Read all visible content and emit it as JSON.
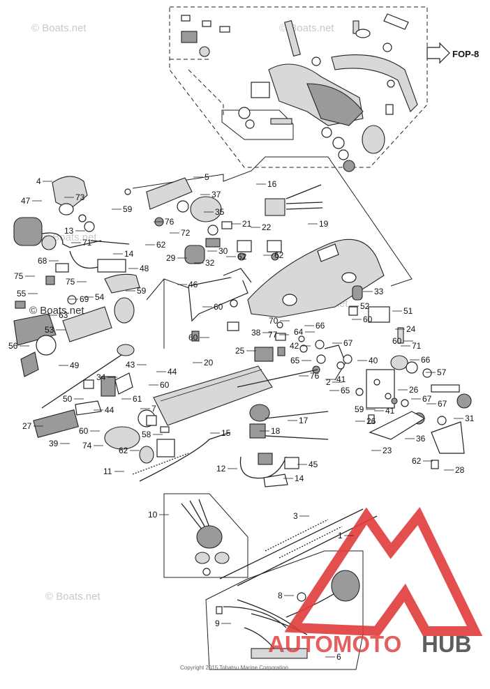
{
  "watermark_text": "© Boats.net",
  "fop_ref": "FOP-8",
  "copyright": "Copyright 2015 Tohatsu Marine Corporation",
  "logo": {
    "text_a": "AUTOMOTO",
    "text_b": "HUB",
    "color_red": "#e03b3b",
    "color_dark": "#3a3a3a"
  },
  "callouts": [
    {
      "num": "1"
    },
    {
      "num": "2"
    },
    {
      "num": "3"
    },
    {
      "num": "4"
    },
    {
      "num": "5"
    },
    {
      "num": "6"
    },
    {
      "num": "7"
    },
    {
      "num": "8"
    },
    {
      "num": "9"
    },
    {
      "num": "10"
    },
    {
      "num": "11"
    },
    {
      "num": "12"
    },
    {
      "num": "13"
    },
    {
      "num": "14"
    },
    {
      "num": "14"
    },
    {
      "num": "15"
    },
    {
      "num": "16"
    },
    {
      "num": "17"
    },
    {
      "num": "18"
    },
    {
      "num": "19"
    },
    {
      "num": "20"
    },
    {
      "num": "21"
    },
    {
      "num": "22"
    },
    {
      "num": "23"
    },
    {
      "num": "24"
    },
    {
      "num": "25"
    },
    {
      "num": "26"
    },
    {
      "num": "26"
    },
    {
      "num": "27"
    },
    {
      "num": "28"
    },
    {
      "num": "29"
    },
    {
      "num": "30"
    },
    {
      "num": "31"
    },
    {
      "num": "32"
    },
    {
      "num": "33"
    },
    {
      "num": "34"
    },
    {
      "num": "35"
    },
    {
      "num": "36"
    },
    {
      "num": "37"
    },
    {
      "num": "38"
    },
    {
      "num": "39"
    },
    {
      "num": "40"
    },
    {
      "num": "41"
    },
    {
      "num": "41"
    },
    {
      "num": "42"
    },
    {
      "num": "43"
    },
    {
      "num": "44"
    },
    {
      "num": "44"
    },
    {
      "num": "45"
    },
    {
      "num": "46"
    },
    {
      "num": "47"
    },
    {
      "num": "48"
    },
    {
      "num": "49"
    },
    {
      "num": "50"
    },
    {
      "num": "51"
    },
    {
      "num": "52"
    },
    {
      "num": "53"
    },
    {
      "num": "54"
    },
    {
      "num": "55"
    },
    {
      "num": "56"
    },
    {
      "num": "57"
    },
    {
      "num": "58"
    },
    {
      "num": "59"
    },
    {
      "num": "59"
    },
    {
      "num": "59"
    },
    {
      "num": "60"
    },
    {
      "num": "60"
    },
    {
      "num": "60"
    },
    {
      "num": "60"
    },
    {
      "num": "60"
    },
    {
      "num": "60"
    },
    {
      "num": "61"
    },
    {
      "num": "62"
    },
    {
      "num": "62"
    },
    {
      "num": "62"
    },
    {
      "num": "62"
    },
    {
      "num": "62"
    },
    {
      "num": "63"
    },
    {
      "num": "64"
    },
    {
      "num": "65"
    },
    {
      "num": "65"
    },
    {
      "num": "66"
    },
    {
      "num": "66"
    },
    {
      "num": "67"
    },
    {
      "num": "67"
    },
    {
      "num": "67"
    },
    {
      "num": "68"
    },
    {
      "num": "69"
    },
    {
      "num": "70"
    },
    {
      "num": "71"
    },
    {
      "num": "71"
    },
    {
      "num": "72"
    },
    {
      "num": "73"
    },
    {
      "num": "74"
    },
    {
      "num": "75"
    },
    {
      "num": "75"
    },
    {
      "num": "76"
    },
    {
      "num": "76"
    },
    {
      "num": "77"
    }
  ]
}
